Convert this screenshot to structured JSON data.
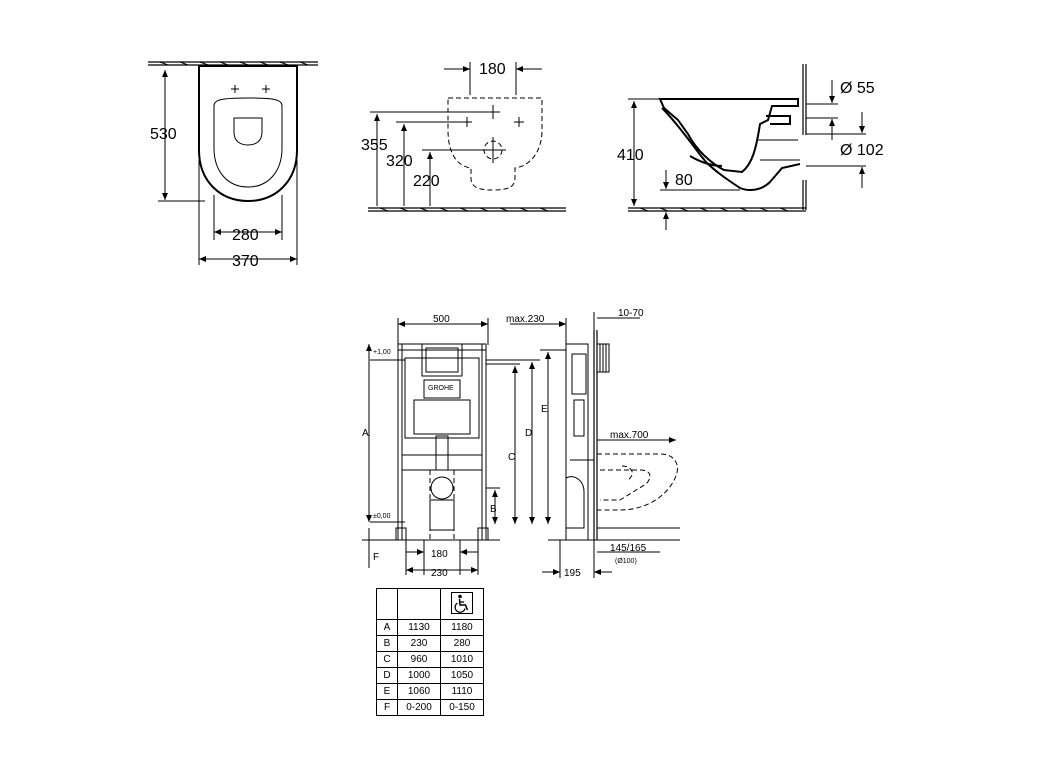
{
  "top_views": {
    "front": {
      "height": "530",
      "inner_width": "280",
      "outer_width": "370"
    },
    "rear": {
      "top_width": "180",
      "h1": "355",
      "h2": "320",
      "h3": "220"
    },
    "side": {
      "height": "410",
      "bottom": "80",
      "pipe_small": "Ø 55",
      "pipe_large": "Ø 102"
    }
  },
  "frame_front": {
    "width_label": "500",
    "plus_level": "+1,00",
    "zero_level": "±0,00",
    "letters": {
      "a": "A",
      "b": "B",
      "c": "C",
      "d": "D",
      "e": "E",
      "f": "F"
    },
    "bottom_inner": "180",
    "bottom_outer": "230",
    "brand": "GROHE"
  },
  "frame_side": {
    "max_depth": "max.230",
    "adjust": "10-70",
    "max_projection": "max.700",
    "pipe_size": "145/165",
    "pipe_dia": "(Ø100)",
    "offset": "195"
  },
  "table": {
    "header_icon": "wheelchair-icon",
    "rows": [
      {
        "label": "A",
        "v1": "1130",
        "v2": "1180"
      },
      {
        "label": "B",
        "v1": "230",
        "v2": "280"
      },
      {
        "label": "C",
        "v1": "960",
        "v2": "1010"
      },
      {
        "label": "D",
        "v1": "1000",
        "v2": "1050"
      },
      {
        "label": "E",
        "v1": "1060",
        "v2": "1110"
      },
      {
        "label": "F",
        "v1": "0-200",
        "v2": "0-150"
      }
    ]
  }
}
